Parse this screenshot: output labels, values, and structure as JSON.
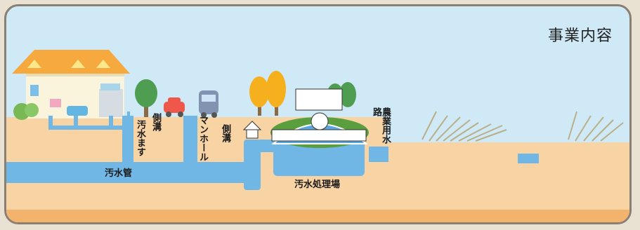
{
  "title": "事業内容",
  "labels": {
    "sewer_inlet": "汚水ます",
    "side_ditch_1": "側溝",
    "manhole": "マンホール",
    "side_ditch_2": "側溝",
    "sewer_pipe": "汚水管",
    "treatment_plant": "汚水処理場",
    "agri_channel": "農業用水路"
  },
  "colors": {
    "sky": "#cfe9f7",
    "ground": "#f8d3a4",
    "pipe": "#70b7e6",
    "border": "#8a7f73"
  },
  "icons": [
    "house",
    "tree",
    "car",
    "bus",
    "pump-house",
    "treatment-plant",
    "reeds"
  ]
}
